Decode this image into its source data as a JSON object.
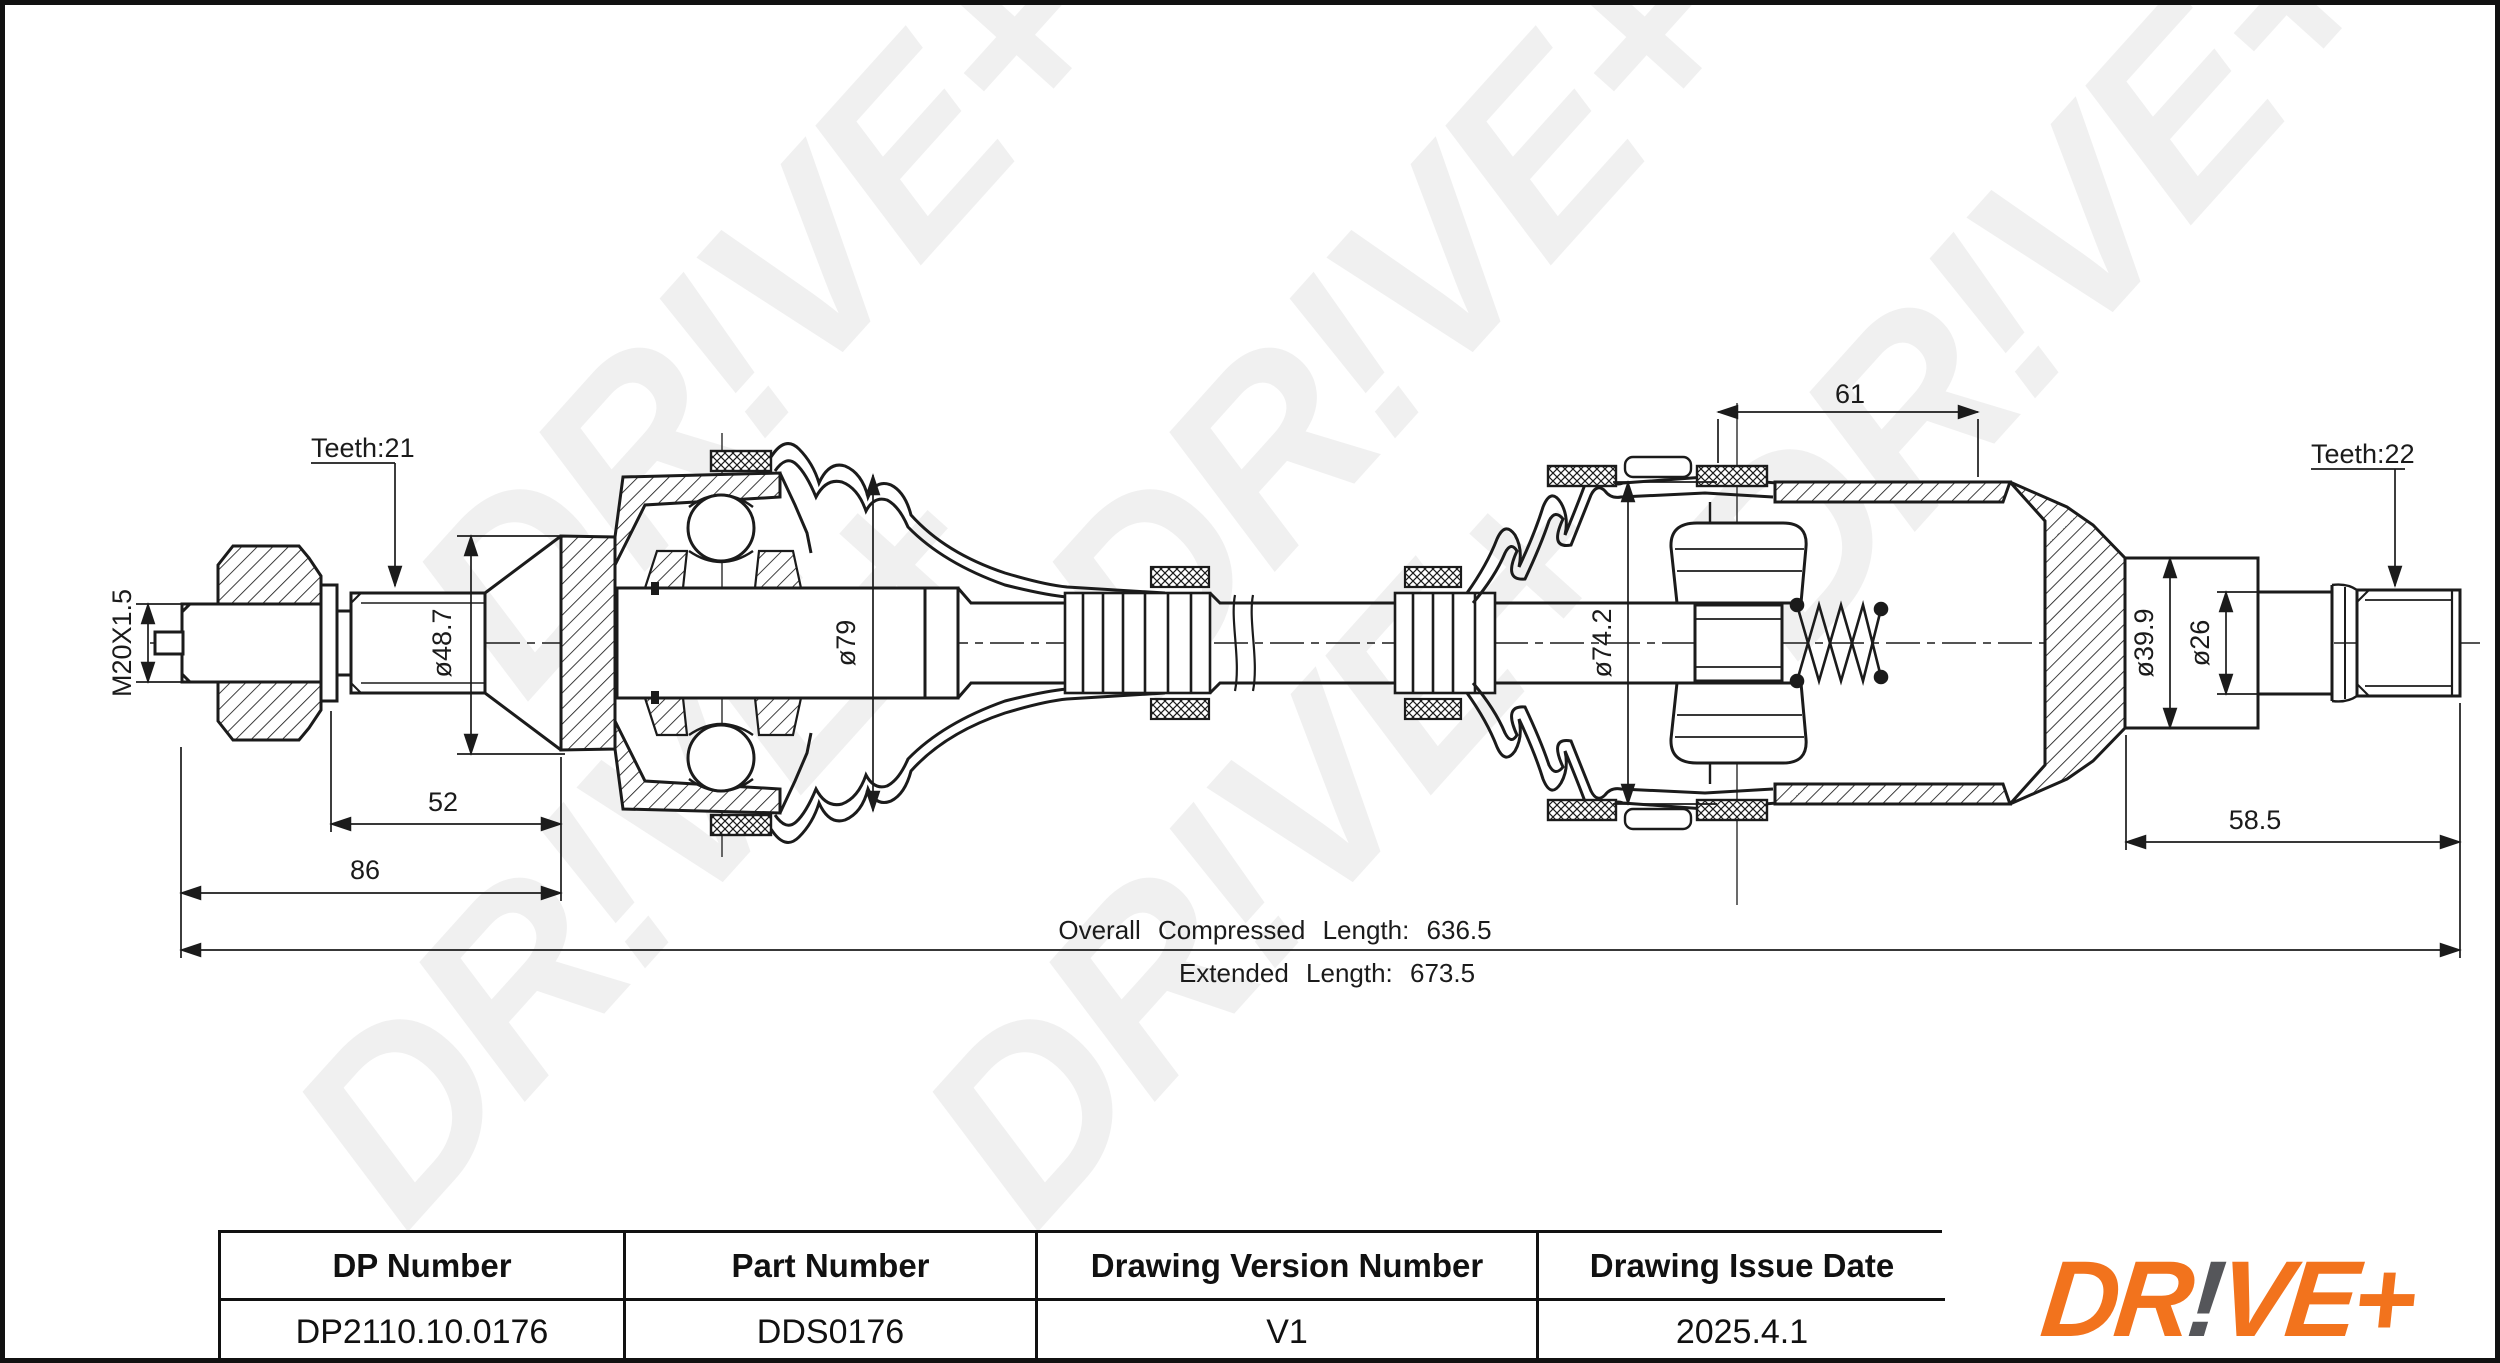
{
  "watermark": {
    "text": "DR!VE+"
  },
  "annotations": {
    "teeth_left": "Teeth:21",
    "teeth_right": "Teeth:22",
    "thread": "M20X1.5",
    "dia_48_7": "ø48.7",
    "dia_79": "ø79",
    "dia_74_2": "ø74.2",
    "dia_39_9": "ø39.9",
    "dia_26": "ø26",
    "len_52": "52",
    "len_86": "86",
    "len_61": "61",
    "len_58_5": "58.5",
    "compressed_length": "Overall Compressed Length: 636.5",
    "extended_length": "Extended Length: 673.5"
  },
  "title_block": {
    "headers": [
      "DP Number",
      "Part Number",
      "Drawing Version Number",
      "Drawing Issue Date"
    ],
    "values": [
      "DP2110.10.0176",
      "DDS0176",
      "V1",
      "2025.4.1"
    ]
  },
  "logo": {
    "part1": "DR",
    "bang": "!",
    "part2": "VE+"
  },
  "colors": {
    "logo_orange": "#f2731d",
    "logo_gray": "#55565a",
    "line": "#1b1b1b"
  }
}
